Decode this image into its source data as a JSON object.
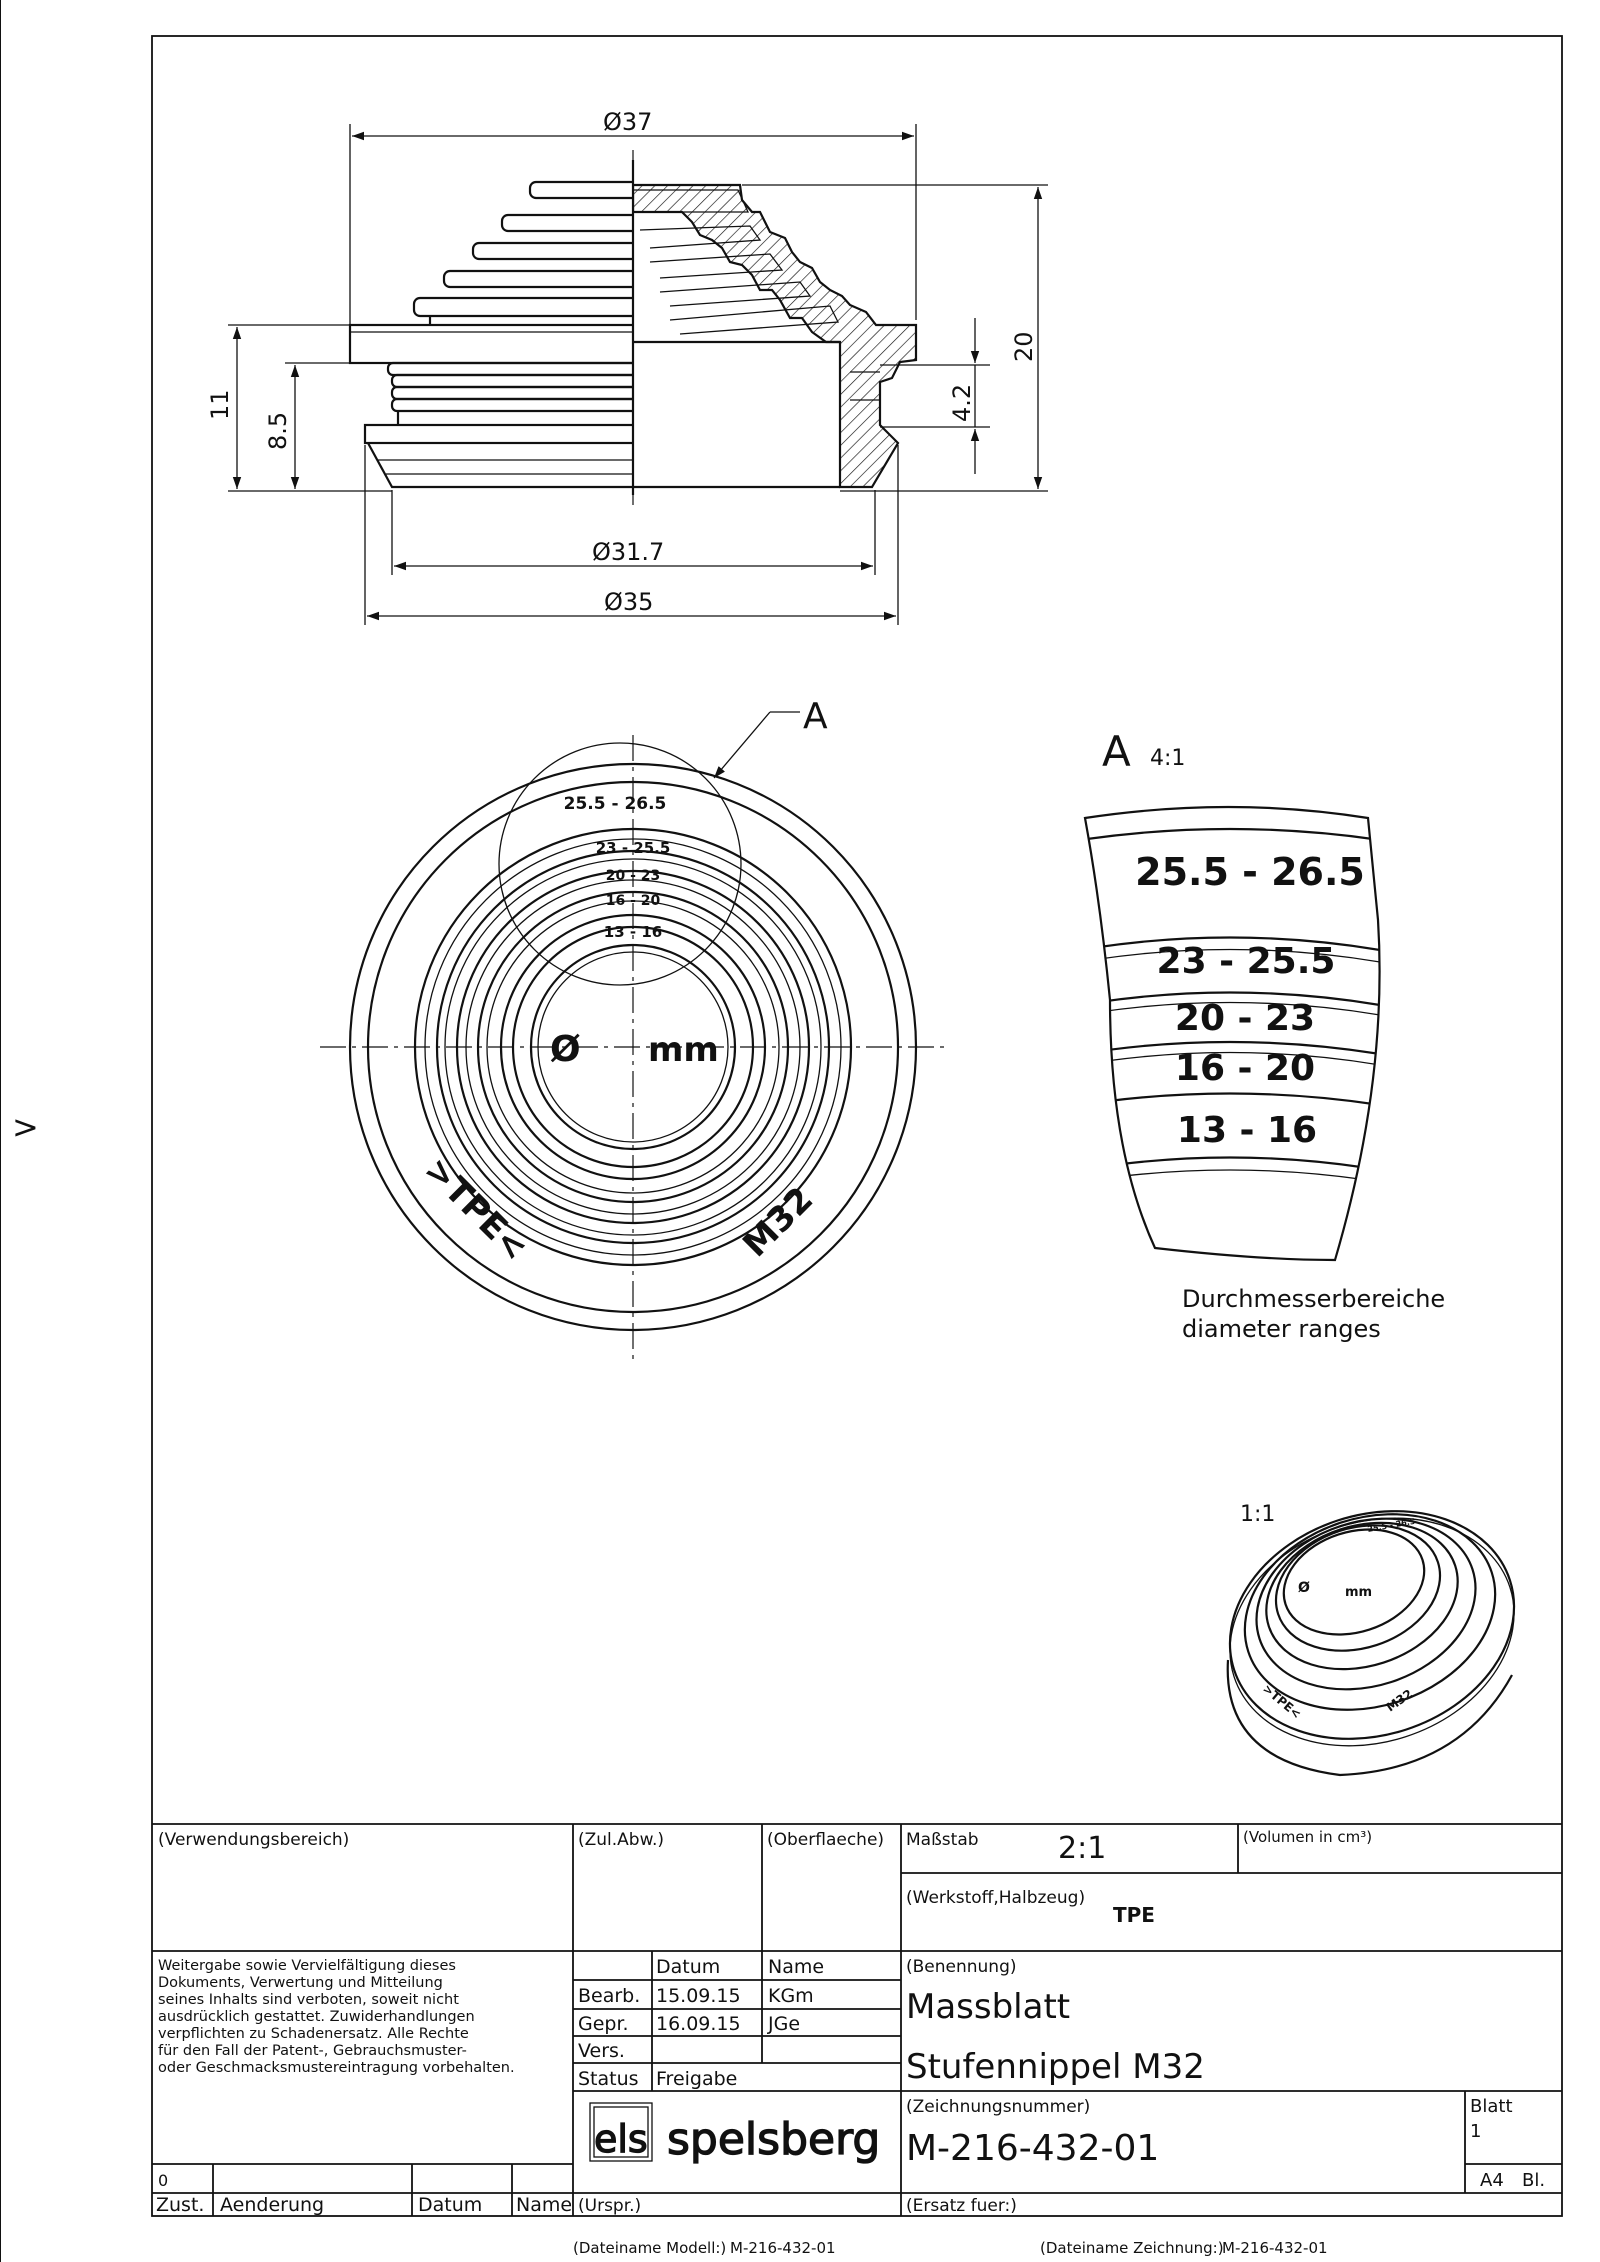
{
  "side_mark": ">",
  "dimensions": {
    "d37": "Ø37",
    "d31_7": "Ø31.7",
    "d35": "Ø35",
    "h11": "11",
    "h8_5": "8.5",
    "h20": "20",
    "h4_2": "4.2"
  },
  "front_view": {
    "ring_labels": [
      "25.5 - 26.5",
      "23 - 25.5",
      "20 - 23",
      "16 - 20",
      "13 - 16"
    ],
    "center_left": "Ø",
    "center_right": "mm",
    "material_mark": ">TPE<",
    "thread_mark": "M32",
    "detail_callout": "A"
  },
  "detail": {
    "letter": "A",
    "scale": "4:1",
    "labels": [
      "25.5 - 26.5",
      "23 - 25.5",
      "20 - 23",
      "16 - 20",
      "13 - 16"
    ],
    "caption_de": "Durchmesserbereiche",
    "caption_en": "diameter ranges"
  },
  "iso_view": {
    "scale": "1:1",
    "center_left": "Ø",
    "center_right": "mm",
    "material_mark": ">TPE<",
    "thread_mark": "M32",
    "top_label": "25.5 - 26.5"
  },
  "title_block": {
    "verwendungsbereich": "(Verwendungsbereich)",
    "zul_abw": "(Zul.Abw.)",
    "oberflaeche": "(Oberflaeche)",
    "massstab_label": "Maßstab",
    "massstab_value": "2:1",
    "volumen": "(Volumen in cm³)",
    "werkstoff_label": "(Werkstoff,Halbzeug)",
    "werkstoff_value": "TPE",
    "notice": [
      "Weitergabe sowie Vervielfältigung dieses",
      "Dokuments, Verwertung und Mitteilung",
      "seines Inhalts sind verboten, soweit nicht",
      "ausdrücklich gestattet. Zuwiderhandlungen",
      "verpflichten zu Schadenersatz. Alle Rechte",
      "für den Fall der Patent-, Gebrauchsmuster-",
      "oder Geschmacksmustereintragung vorbehalten."
    ],
    "datum_header": "Datum",
    "name_header": "Name",
    "bearb_label": "Bearb.",
    "bearb_datum": "15.09.15",
    "bearb_name": "KGm",
    "gepr_label": "Gepr.",
    "gepr_datum": "16.09.15",
    "gepr_name": "JGe",
    "vers_label": "Vers.",
    "status_label": "Status",
    "status_value": "Freigabe",
    "benennung_label": "(Benennung)",
    "title_line1": "Massblatt",
    "title_line2": "Stufennippel M32",
    "zeichnungsnummer_label": "(Zeichnungsnummer)",
    "drawing_number": "M-216-432-01",
    "blatt_label": "Blatt",
    "blatt_value": "1",
    "format": "A4",
    "format_bl": "Bl.",
    "logo_els": "els",
    "logo_spelsberg": "spelsberg",
    "rev_index": "0",
    "zust": "Zust.",
    "aenderung": "Aenderung",
    "rev_datum": "Datum",
    "rev_name": "Name",
    "urspr": "(Urspr.)",
    "ersatz": "(Ersatz fuer:)",
    "file_model_label": "(Dateiname Modell:)",
    "file_model": "M-216-432-01",
    "file_drawing_label": "(Dateiname Zeichnung:)",
    "file_drawing": "M-216-432-01"
  }
}
